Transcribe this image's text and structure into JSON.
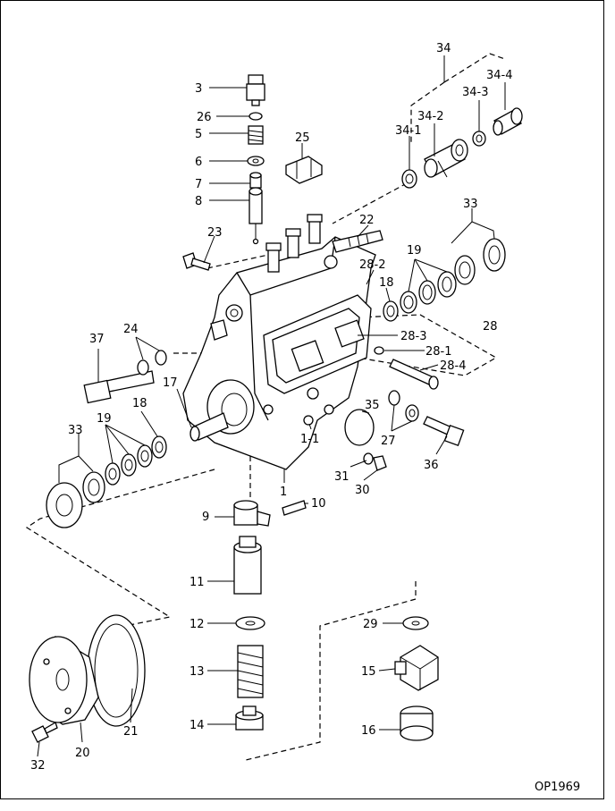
{
  "diagram": {
    "code": "OP1969",
    "callouts": [
      {
        "id": "c3",
        "label": "3"
      },
      {
        "id": "c26",
        "label": "26"
      },
      {
        "id": "c5",
        "label": "5"
      },
      {
        "id": "c6",
        "label": "6"
      },
      {
        "id": "c7",
        "label": "7"
      },
      {
        "id": "c8",
        "label": "8"
      },
      {
        "id": "c25",
        "label": "25"
      },
      {
        "id": "c23",
        "label": "23"
      },
      {
        "id": "c22",
        "label": "22"
      },
      {
        "id": "c34",
        "label": "34"
      },
      {
        "id": "c34_1",
        "label": "34-1"
      },
      {
        "id": "c34_2",
        "label": "34-2"
      },
      {
        "id": "c34_3",
        "label": "34-3"
      },
      {
        "id": "c34_4",
        "label": "34-4"
      },
      {
        "id": "c33a",
        "label": "33"
      },
      {
        "id": "c19a",
        "label": "19"
      },
      {
        "id": "c28_2",
        "label": "28-2"
      },
      {
        "id": "c18a",
        "label": "18"
      },
      {
        "id": "c28",
        "label": "28"
      },
      {
        "id": "c28_3",
        "label": "28-3"
      },
      {
        "id": "c28_1",
        "label": "28-1"
      },
      {
        "id": "c28_4",
        "label": "28-4"
      },
      {
        "id": "c37",
        "label": "37"
      },
      {
        "id": "c24",
        "label": "24"
      },
      {
        "id": "c17",
        "label": "17"
      },
      {
        "id": "c18b",
        "label": "18"
      },
      {
        "id": "c33b",
        "label": "33"
      },
      {
        "id": "c19b",
        "label": "19"
      },
      {
        "id": "c35",
        "label": "35"
      },
      {
        "id": "c1_1",
        "label": "1-1"
      },
      {
        "id": "c27",
        "label": "27"
      },
      {
        "id": "c36",
        "label": "36"
      },
      {
        "id": "c31",
        "label": "31"
      },
      {
        "id": "c30",
        "label": "30"
      },
      {
        "id": "c1",
        "label": "1"
      },
      {
        "id": "c9",
        "label": "9"
      },
      {
        "id": "c10",
        "label": "10"
      },
      {
        "id": "c11",
        "label": "11"
      },
      {
        "id": "c12",
        "label": "12"
      },
      {
        "id": "c29",
        "label": "29"
      },
      {
        "id": "c13",
        "label": "13"
      },
      {
        "id": "c15",
        "label": "15"
      },
      {
        "id": "c14",
        "label": "14"
      },
      {
        "id": "c16",
        "label": "16"
      },
      {
        "id": "c32",
        "label": "32"
      },
      {
        "id": "c20",
        "label": "20"
      },
      {
        "id": "c21",
        "label": "21"
      }
    ]
  }
}
